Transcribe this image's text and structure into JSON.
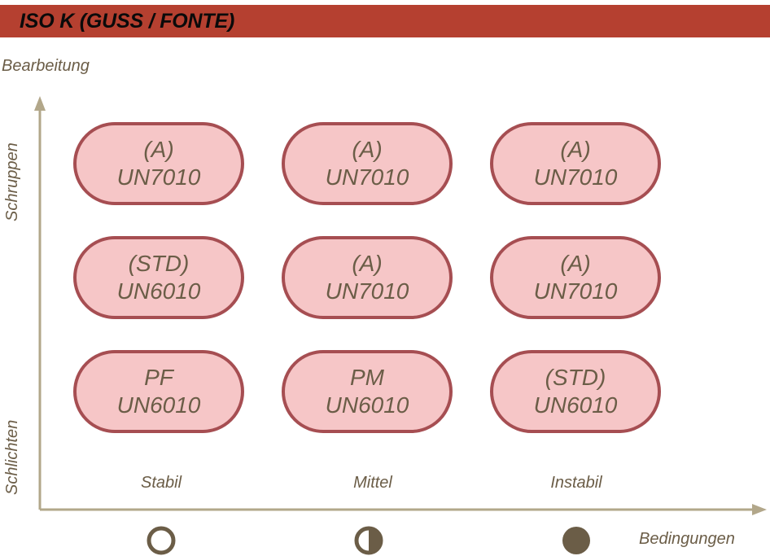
{
  "title": "ISO K (GUSS / FONTE)",
  "y_axis": {
    "title": "Bearbeitung",
    "top_label": "Schruppen",
    "bottom_label": "Schlichten"
  },
  "x_axis": {
    "title": "Bedingungen",
    "columns": [
      "Stabil",
      "Mittel",
      "Instabil"
    ],
    "icons": [
      "empty-circle-icon",
      "half-circle-icon",
      "full-circle-icon"
    ]
  },
  "grid": {
    "rows": [
      [
        {
          "geometry": "(A)",
          "grade": "UN7010"
        },
        {
          "geometry": "(A)",
          "grade": "UN7010"
        },
        {
          "geometry": "(A)",
          "grade": "UN7010"
        }
      ],
      [
        {
          "geometry": "(STD)",
          "grade": "UN6010"
        },
        {
          "geometry": "(A)",
          "grade": "UN7010"
        },
        {
          "geometry": "(A)",
          "grade": "UN7010"
        }
      ],
      [
        {
          "geometry": "PF",
          "grade": "UN6010"
        },
        {
          "geometry": "PM",
          "grade": "UN6010"
        },
        {
          "geometry": "(STD)",
          "grade": "UN6010"
        }
      ]
    ]
  },
  "colors": {
    "header": "#b54030",
    "cell_fill": "#f6c6c7",
    "cell_border": "#a64e52",
    "text": "#6b5d47",
    "axis": "#b2a78a"
  }
}
